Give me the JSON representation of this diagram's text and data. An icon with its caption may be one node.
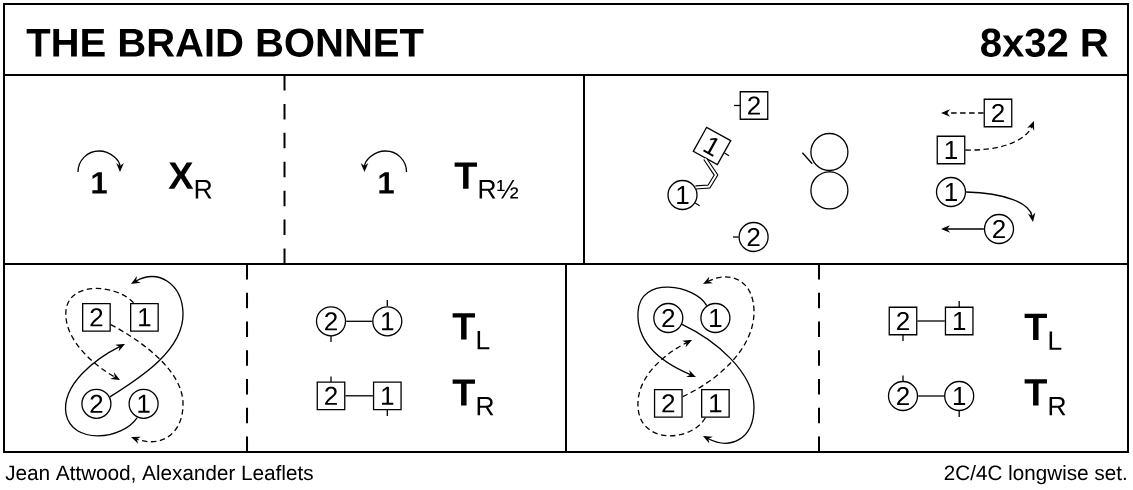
{
  "diagram": {
    "title": "THE BRAID BONNET",
    "nodes": [
      {
        "text": [
          "2"
        ]
      },
      {
        "text": [
          "1"
        ]
      },
      {
        "text": [
          "1"
        ]
      },
      {
        "text": [
          "2"
        ]
      },
      {
        "text": [
          "2"
        ]
      },
      {
        "text": [
          "1"
        ]
      },
      {
        "text": [
          "1"
        ]
      },
      {
        "text": [
          "2"
        ]
      },
      {
        "text": [
          "2"
        ]
      },
      {
        "text": [
          "1"
        ]
      },
      {
        "text": [
          "2"
        ]
      },
      {
        "text": [
          "1"
        ]
      },
      {
        "text": [
          "2"
        ]
      },
      {
        "text": [
          "1"
        ]
      },
      {
        "text": [
          "2"
        ]
      },
      {
        "text": [
          "1"
        ]
      },
      {
        "text": [
          "2"
        ]
      },
      {
        "text": [
          "1"
        ]
      },
      {
        "text": [
          "2"
        ]
      },
      {
        "text": [
          "1"
        ]
      },
      {
        "text": [
          "2"
        ]
      },
      {
        "text": [
          "1"
        ]
      },
      {
        "text": [
          "2"
        ]
      },
      {
        "text": [
          "1"
        ]
      }
    ],
    "edges": [
      {
        "from": 1,
        "to": 2,
        "arrow": "none",
        "style": "thick"
      },
      {
        "from": 4,
        "to": null,
        "arrow": "to",
        "style": "dashed"
      },
      {
        "from": 5,
        "to": null,
        "arrow": "to",
        "style": "dashed"
      },
      {
        "from": 6,
        "to": null,
        "arrow": "to"
      },
      {
        "from": 7,
        "to": null,
        "arrow": "to"
      },
      {
        "from": 8,
        "to": null,
        "arrow": "to",
        "style": "dashed"
      },
      {
        "from": 9,
        "to": null,
        "arrow": "to",
        "style": "dashed"
      },
      {
        "from": 10,
        "to": null,
        "arrow": "to"
      },
      {
        "from": 11,
        "to": null,
        "arrow": "to"
      },
      {
        "from": 12,
        "to": 13,
        "arrow": "none"
      },
      {
        "from": 14,
        "to": 15,
        "arrow": "none"
      },
      {
        "from": 17,
        "to": null,
        "arrow": "to"
      },
      {
        "from": 16,
        "to": null,
        "arrow": "to"
      },
      {
        "from": 18,
        "to": null,
        "arrow": "to",
        "style": "dashed"
      },
      {
        "from": 19,
        "to": null,
        "arrow": "to",
        "style": "dashed"
      },
      {
        "from": 20,
        "to": 21,
        "arrow": "none"
      },
      {
        "from": 22,
        "to": 23,
        "arrow": "none"
      }
    ],
    "labels": [
      "8x32 R",
      "1",
      "**X**$_{R}$",
      "1",
      "**T**$_{R½}$",
      "**T**$_{L}$",
      "**T**$_{R}$",
      "**T**$_{L}$",
      "**T**$_{R}$",
      "Jean Attwood, Alexander Leaflets",
      "2C/4C longwise set."
    ]
  }
}
